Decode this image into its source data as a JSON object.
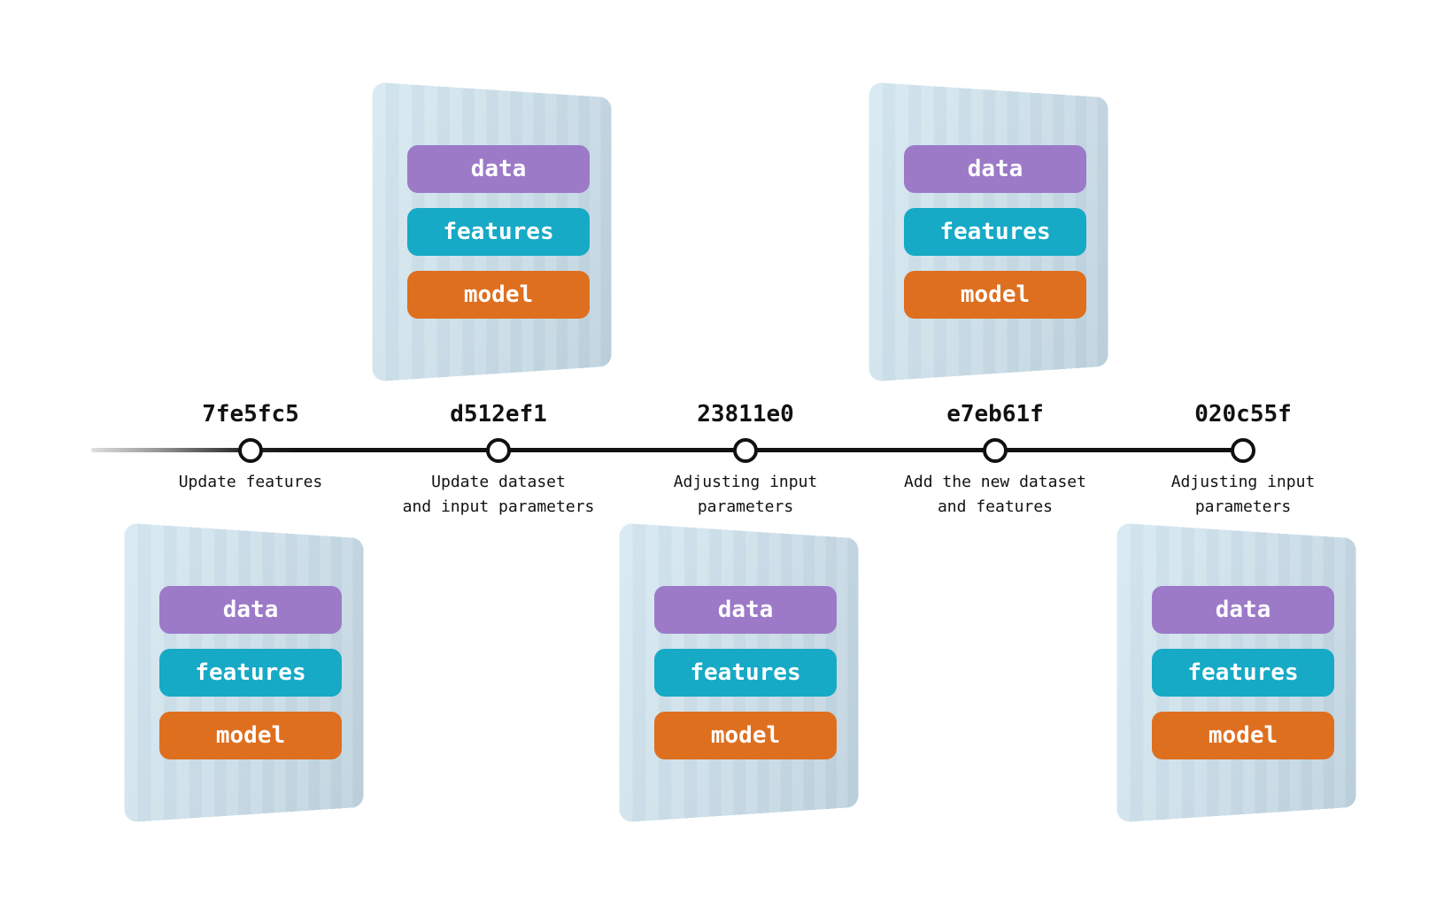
{
  "diagram": {
    "type": "git-commit-timeline-with-artifact-cards",
    "colors": {
      "data_badge": "#9c7ac8",
      "features_badge": "#16aac6",
      "model_badge": "#de6f1f",
      "card_gradient_start": "#d8e9f2",
      "card_gradient_end": "#bfd2dd",
      "timeline": "#111111",
      "node_fill": "#ffffff",
      "badge_text": "#ffffff"
    },
    "commits": [
      {
        "hash": "7fe5fc5",
        "message_lines": [
          "Update features"
        ],
        "card_position": "below",
        "pills": [
          "data",
          "features",
          "model"
        ]
      },
      {
        "hash": "d512ef1",
        "message_lines": [
          "Update dataset",
          "and input parameters"
        ],
        "card_position": "above",
        "pills": [
          "data",
          "features",
          "model"
        ]
      },
      {
        "hash": "23811e0",
        "message_lines": [
          "Adjusting input",
          "parameters"
        ],
        "card_position": "below",
        "pills": [
          "data",
          "features",
          "model"
        ]
      },
      {
        "hash": "e7eb61f",
        "message_lines": [
          "Add the new dataset",
          "and features"
        ],
        "card_position": "above",
        "pills": [
          "data",
          "features",
          "model"
        ]
      },
      {
        "hash": "020c55f",
        "message_lines": [
          "Adjusting input",
          "parameters"
        ],
        "card_position": "below",
        "pills": [
          "data",
          "features",
          "model"
        ]
      }
    ]
  }
}
